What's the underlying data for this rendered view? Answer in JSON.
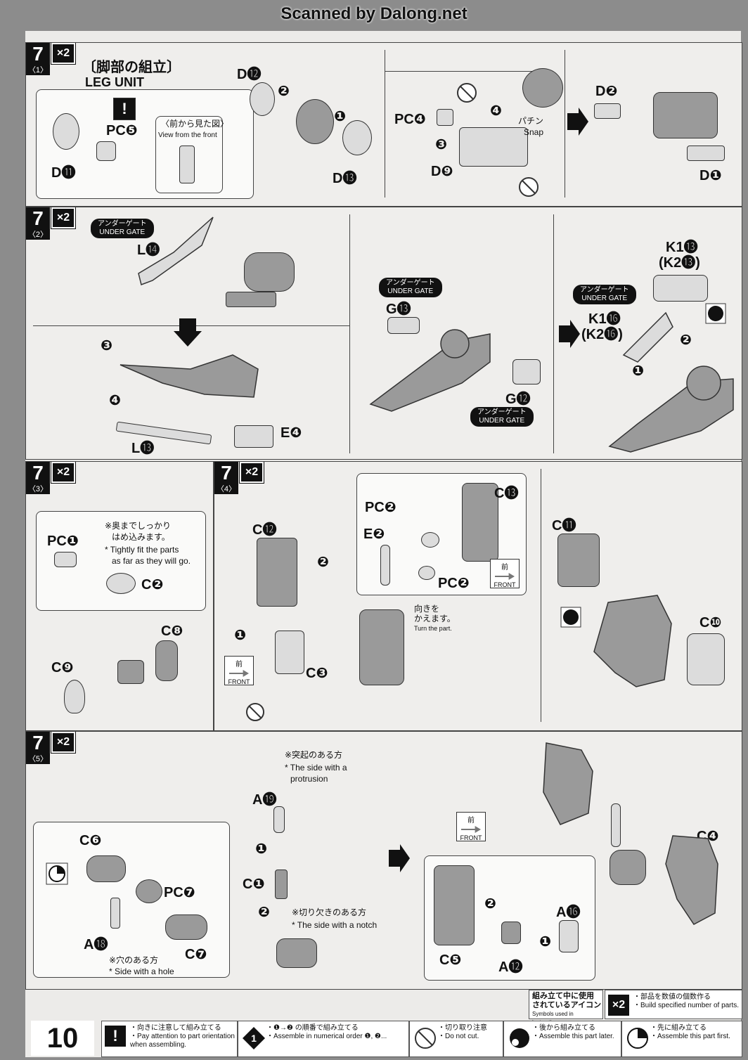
{
  "header": {
    "scan_credit": "Scanned by Dalong.net"
  },
  "step1": {
    "num": "7",
    "sub": "〈1〉",
    "mult": "×2",
    "title_jp": "〔脚部の組立〕",
    "title_en": "LEG UNIT",
    "labels": {
      "pc5": "PC❺",
      "d11": "D⓫",
      "d12": "D⓬",
      "d13": "D⓭",
      "pc4": "PC❹",
      "d9": "D❾",
      "d2": "D❷",
      "d1": "D❶",
      "step1": "❶",
      "step2": "❷",
      "step3": "❸",
      "step4": "❹"
    },
    "view_front_jp": "〈前から見た図〉",
    "view_front_en": "View from the front",
    "snap_jp": "パチン",
    "snap_en": "Snap"
  },
  "step2": {
    "num": "7",
    "sub": "〈2〉",
    "mult": "×2",
    "gate_jp": "アンダーゲート",
    "gate_en": "UNDER GATE",
    "labels": {
      "l14": "L⓮",
      "l13": "L⓭",
      "e4": "E❹",
      "g13": "G⓭",
      "g12": "G⓬",
      "k1_13": "K1⓭",
      "k2_13": "(K2⓭)",
      "k1_16": "K1⓰",
      "k2_16": "(K2⓰)"
    }
  },
  "step3": {
    "num": "7",
    "sub": "〈3〉",
    "mult": "×2",
    "note_jp1": "※奥までしっかり",
    "note_jp2": "はめ込みます。",
    "note_en1": "* Tightly fit the parts",
    "note_en2": "as far as they will go.",
    "labels": {
      "pc1": "PC❶",
      "c2": "C❷",
      "c8": "C❽",
      "c9": "C❾"
    }
  },
  "step4": {
    "num": "7",
    "sub": "〈4〉",
    "mult": "×2",
    "front_jp": "前",
    "front_en": "FRONT",
    "turn_jp1": "向きを",
    "turn_jp2": "かえます。",
    "turn_en": "Turn the part.",
    "labels": {
      "c12": "C⓬",
      "c3": "C❸",
      "pc2a": "PC❷",
      "pc2b": "PC❷",
      "e2": "E❷",
      "c13": "C⓭",
      "c11": "C⓫",
      "c10": "C❿"
    }
  },
  "step5": {
    "num": "7",
    "sub": "〈5〉",
    "mult": "×2",
    "protrusion_jp": "※突起のある方",
    "protrusion_en1": "* The side with a",
    "protrusion_en2": "protrusion",
    "notch_jp": "※切り欠きのある方",
    "notch_en": "* The side with a notch",
    "hole_jp": "※穴のある方",
    "hole_en": "* Side with a hole",
    "front_jp": "前",
    "front_en": "FRONT",
    "labels": {
      "c6": "C❻",
      "pc7": "PC❼",
      "a18": "A⓲",
      "c7": "C❼",
      "a19": "A⓳",
      "c1": "C❶",
      "c4": "C❹",
      "a16": "A⓰",
      "c5": "C❺",
      "a12": "A⓬"
    }
  },
  "footer": {
    "page_number": "10",
    "icons_title_jp1": "組み立て中に使用",
    "icons_title_jp2": "されているアイコン",
    "icons_title_en": "Symbols used in instructions",
    "x2_label": "×2",
    "x2_jp": "・部品を数値の個数作る",
    "x2_en": "・Build specified number of parts.",
    "attn_jp": "・向きに注意して組み立てる",
    "attn_en1": "・Pay attention to part orientation",
    "attn_en2": "when assembling.",
    "order_jp": "・❶→❷ の順番で組み立てる",
    "order_en": "・Assemble in numerical order ❶, ❷...",
    "nocut_jp": "・切り取り注意",
    "nocut_en": "・Do not cut.",
    "later_jp": "・後から組み立てる",
    "later_en": "・Assemble this part later.",
    "first_jp": "・先に組み立てる",
    "first_en": "・Assemble this part first."
  }
}
